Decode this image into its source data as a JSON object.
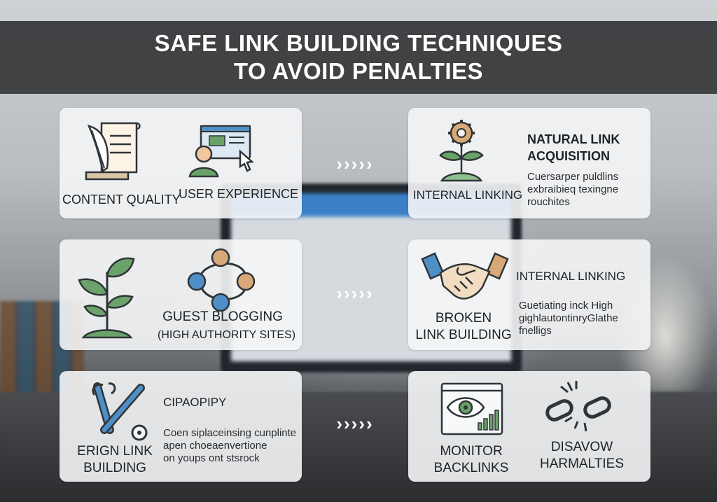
{
  "header": {
    "title_line1": "SAFE LINK BUILDING TECHNIQUES",
    "title_line2": "TO AVOID PENALTIES"
  },
  "arrow_glyphs": "›››››",
  "cards": {
    "row1_left": {
      "item1_label": "CONTENT QUALITY",
      "item2_label": "USER EXPERIENCE"
    },
    "row1_right": {
      "title_line1": "NATURAL LINK",
      "title_line2": "ACQUISITION",
      "item_label": "INTERNAL LINKING",
      "desc_line1": "Cuersarper puldlins",
      "desc_line2": "exbraibieq texingne",
      "desc_line3": "rouchites"
    },
    "row2_left": {
      "title_line1": "GUEST BLOGGING",
      "title_line2": "(HIGH AUTHORITY SITES)"
    },
    "row2_right": {
      "title": "INTERNAL LINKING",
      "item_line1": "BROKEN",
      "item_line2": "LINK BUILDING",
      "desc_line1": "Guetiating inck High",
      "desc_line2": "gighlautontinryGlathe",
      "desc_line3": "fnelligs"
    },
    "row3_left": {
      "title": "CIPAOPIPY",
      "item_line1": "ERIGN LINK",
      "item_line2": "BUILDING",
      "desc_line1": "Coen siplaceinsing cunplinte",
      "desc_line2": "apen choeaenvertione",
      "desc_line3": "on youps ont stsrock"
    },
    "row3_right": {
      "item1_line1": "MONITOR",
      "item1_line2": "BACKLINKS",
      "item2_line1": "DISAVOW",
      "item2_line2": "HARMALTIES"
    }
  },
  "colors": {
    "banner": "#343638",
    "card": "#f4f5f6",
    "icon_stroke": "#2f3437",
    "green": "#6aa36a",
    "blue": "#4f8fc6",
    "tan": "#d9a877"
  }
}
